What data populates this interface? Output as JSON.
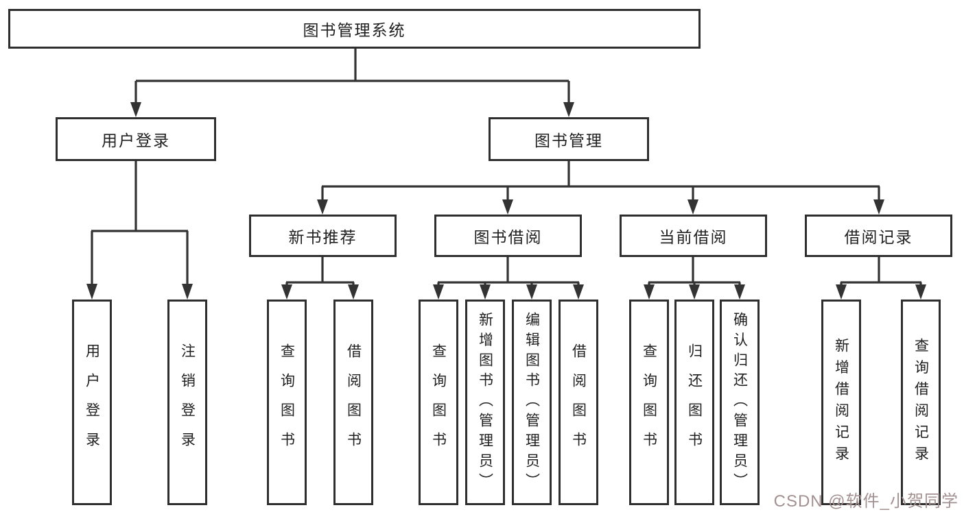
{
  "diagram": {
    "root": {
      "label": "图书管理系统"
    },
    "branches": [
      {
        "label": "用户登录"
      },
      {
        "label": "图书管理"
      }
    ],
    "modules": [
      {
        "label": "新书推荐"
      },
      {
        "label": "图书借阅"
      },
      {
        "label": "当前借阅"
      },
      {
        "label": "借阅记录"
      }
    ],
    "leaves": {
      "user": [
        "用户登录",
        "注销登录"
      ],
      "recommend": [
        "查询图书",
        "借阅图书"
      ],
      "borrow": [
        "查询图书",
        "新增图书（管理员）",
        "编辑图书（管理员）",
        "借阅图书"
      ],
      "current": [
        "查询图书",
        "归还图书",
        "确认归还（管理员）"
      ],
      "records": [
        "新增借阅记录",
        "查询借阅记录"
      ]
    }
  },
  "watermark": {
    "text": "CSDN @软件_小贺同学"
  },
  "colors": {
    "line": "#333333",
    "border": "#2e2e2e",
    "text": "#1f1f1f",
    "background": "#ffffff",
    "watermark": "#a39090"
  }
}
